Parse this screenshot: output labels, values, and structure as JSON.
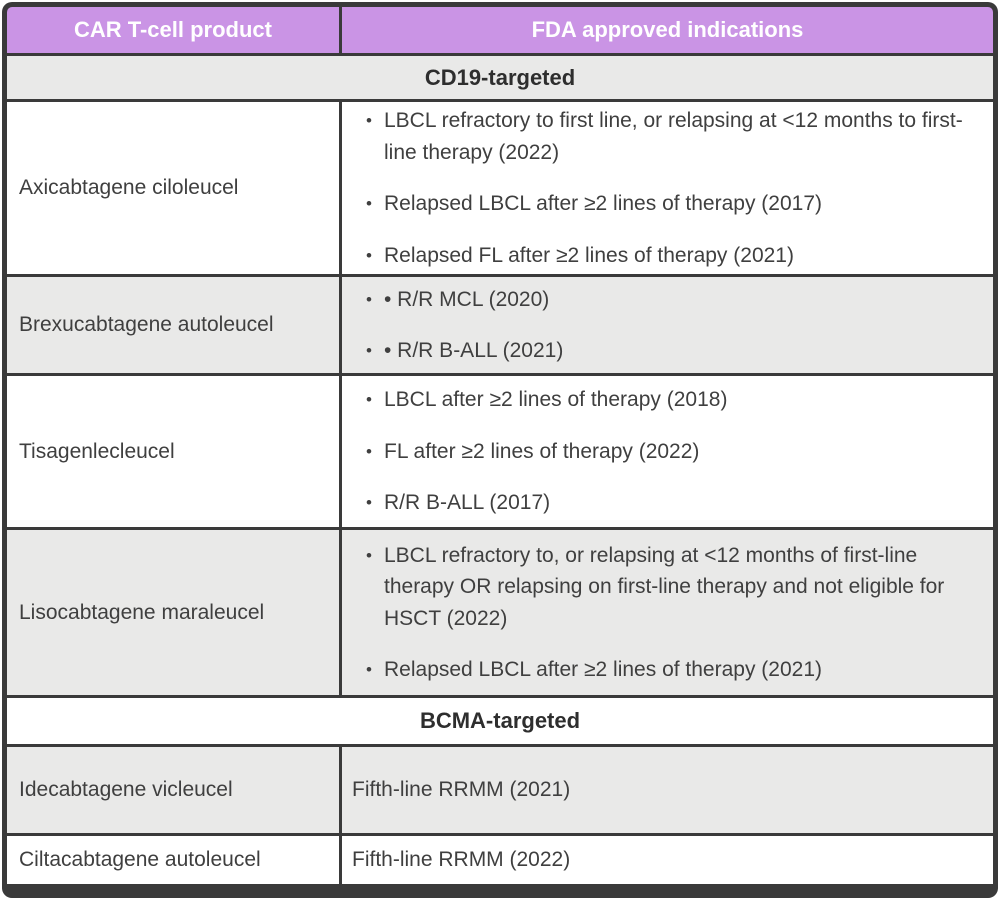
{
  "table": {
    "bullet_glyph": "•",
    "header": {
      "col1": "CAR T-cell product",
      "col2": "FDA approved indications"
    },
    "sections": [
      {
        "label": "CD19-targeted",
        "rows": [
          {
            "product": "Axicabtagene ciloleucel",
            "indications": [
              "LBCL refractory to first line, or relapsing at <12 months to first-line therapy (2022)",
              "Relapsed LBCL after ≥2 lines of therapy (2017)",
              "Relapsed FL after ≥2 lines of therapy (2021)"
            ]
          },
          {
            "product": "Brexucabtagene autoleucel",
            "indications": [
              "• R/R MCL (2020)",
              "• R/R B-ALL (2021)"
            ]
          },
          {
            "product": "Tisagenlecleucel",
            "indications": [
              "LBCL after ≥2 lines of therapy (2018)",
              "FL after ≥2 lines of therapy (2022)",
              "R/R B-ALL (2017)"
            ]
          },
          {
            "product": "Lisocabtagene maraleucel",
            "indications": [
              "LBCL refractory to, or relapsing at <12 months of first-line therapy OR relapsing on first-line therapy and not eligible for HSCT (2022)",
              "Relapsed LBCL after ≥2 lines of therapy (2021)"
            ]
          }
        ]
      },
      {
        "label": "BCMA-targeted",
        "rows": [
          {
            "product": "Idecabtagene vicleucel",
            "indications": [
              "Fifth-line RRMM (2021)"
            ]
          },
          {
            "product": "Ciltacabtagene autoleucel",
            "indications": [
              "Fifth-line RRMM (2022)"
            ]
          }
        ]
      }
    ],
    "colors": {
      "header_bg": "#ca94e5",
      "header_text": "#ffffff",
      "border": "#3a3a3a",
      "row_alt_bg": "#e9e9e8",
      "row_bg": "#ffffff",
      "body_text": "#3f3f3f"
    }
  }
}
